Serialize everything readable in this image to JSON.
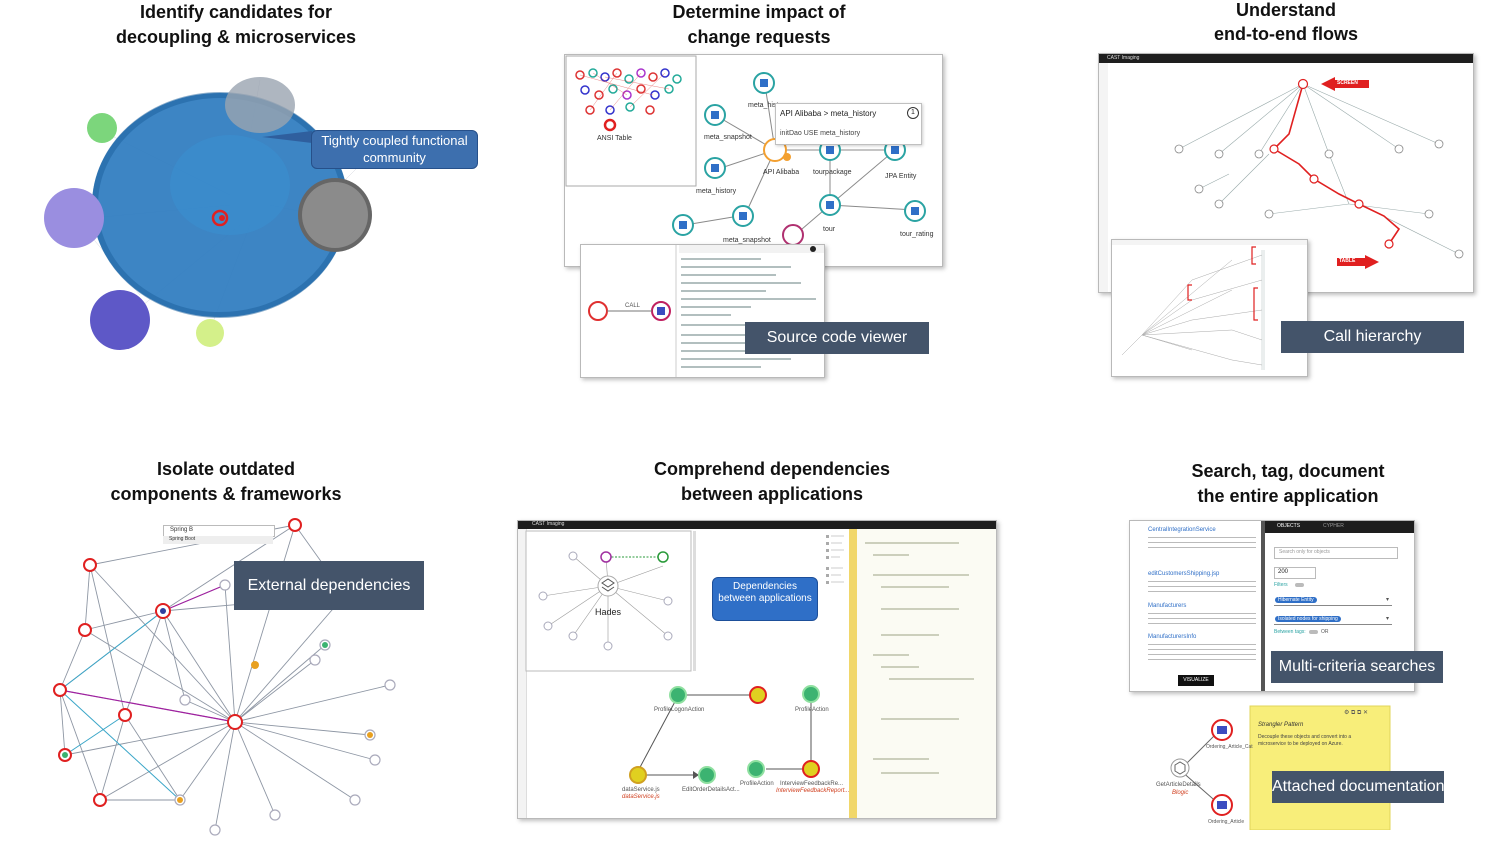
{
  "sections": {
    "decoupling": {
      "line1": "Identify candidates for",
      "line2": "decoupling & microservices",
      "callout": "Tightly coupled functional community"
    },
    "impact": {
      "line1": "Determine impact of",
      "line2": "change requests",
      "tag": "Source code viewer",
      "tooltip": {
        "path": "API Alibaba  >  meta_history",
        "badge": "1",
        "line": "initDao USE meta_history"
      },
      "nodes": [
        "meta_history",
        "meta_snapshot",
        "API Alibaba",
        "tourpackage",
        "JPA Entity",
        "meta_history",
        "meta_snapshot",
        "tour",
        "tour_rating"
      ],
      "ansi": "ANSI Table",
      "call": "CALL"
    },
    "flows": {
      "line1": "Understand",
      "line2": "end-to-end flows",
      "tag": "Call hierarchy",
      "screen": "SCREEN",
      "table": "TABLE",
      "app": "CAST Imaging"
    },
    "outdated": {
      "line1": "Isolate outdated",
      "line2": "components & frameworks",
      "tag": "External dependencies",
      "search": "Spring B",
      "suggest": "Spring Boot"
    },
    "deps": {
      "line1": "Comprehend dependencies",
      "line2": "between applications",
      "callout": "Dependencies between applications",
      "app": "CAST Imaging",
      "hades": "Hades",
      "nodes": [
        "ProfileLogonAction",
        "ProfileAction",
        "ProfileAction",
        "InterviewFeedbackRe...",
        "dataService.js",
        "EditOrderDetailsAct..."
      ],
      "subs": [
        "InterviewFeedbackReport...",
        "dataService.js"
      ]
    },
    "search": {
      "line1": "Search, tag, document",
      "line2": "the entire application",
      "tag1": "Multi-criteria searches",
      "tag2": "Attached documentation",
      "tabs": [
        "OBJECTS",
        "CYPHER"
      ],
      "placeholder": "Search only for objects",
      "count": "200",
      "filters": "Filters",
      "chip1": "Hibernate Entity",
      "chip2": "Isolated nodes for shipping",
      "between": "Between tags:",
      "or": "OR",
      "visualize": "VISUALIZE",
      "items": [
        "CentralIntegrationService",
        "editCustomersShipping.jsp",
        "Manufacturers",
        "ManufacturersInfo"
      ],
      "note_title": "Strangler Pattern",
      "note_body": "Decouple these objects and convert into a microservice to be deployed on Azure.",
      "bottom_node": "GetArticleDetails",
      "bottom_sub": "Blogic",
      "n1": "Ordering_Article_Cat",
      "n2": "Ordering_Article"
    }
  }
}
